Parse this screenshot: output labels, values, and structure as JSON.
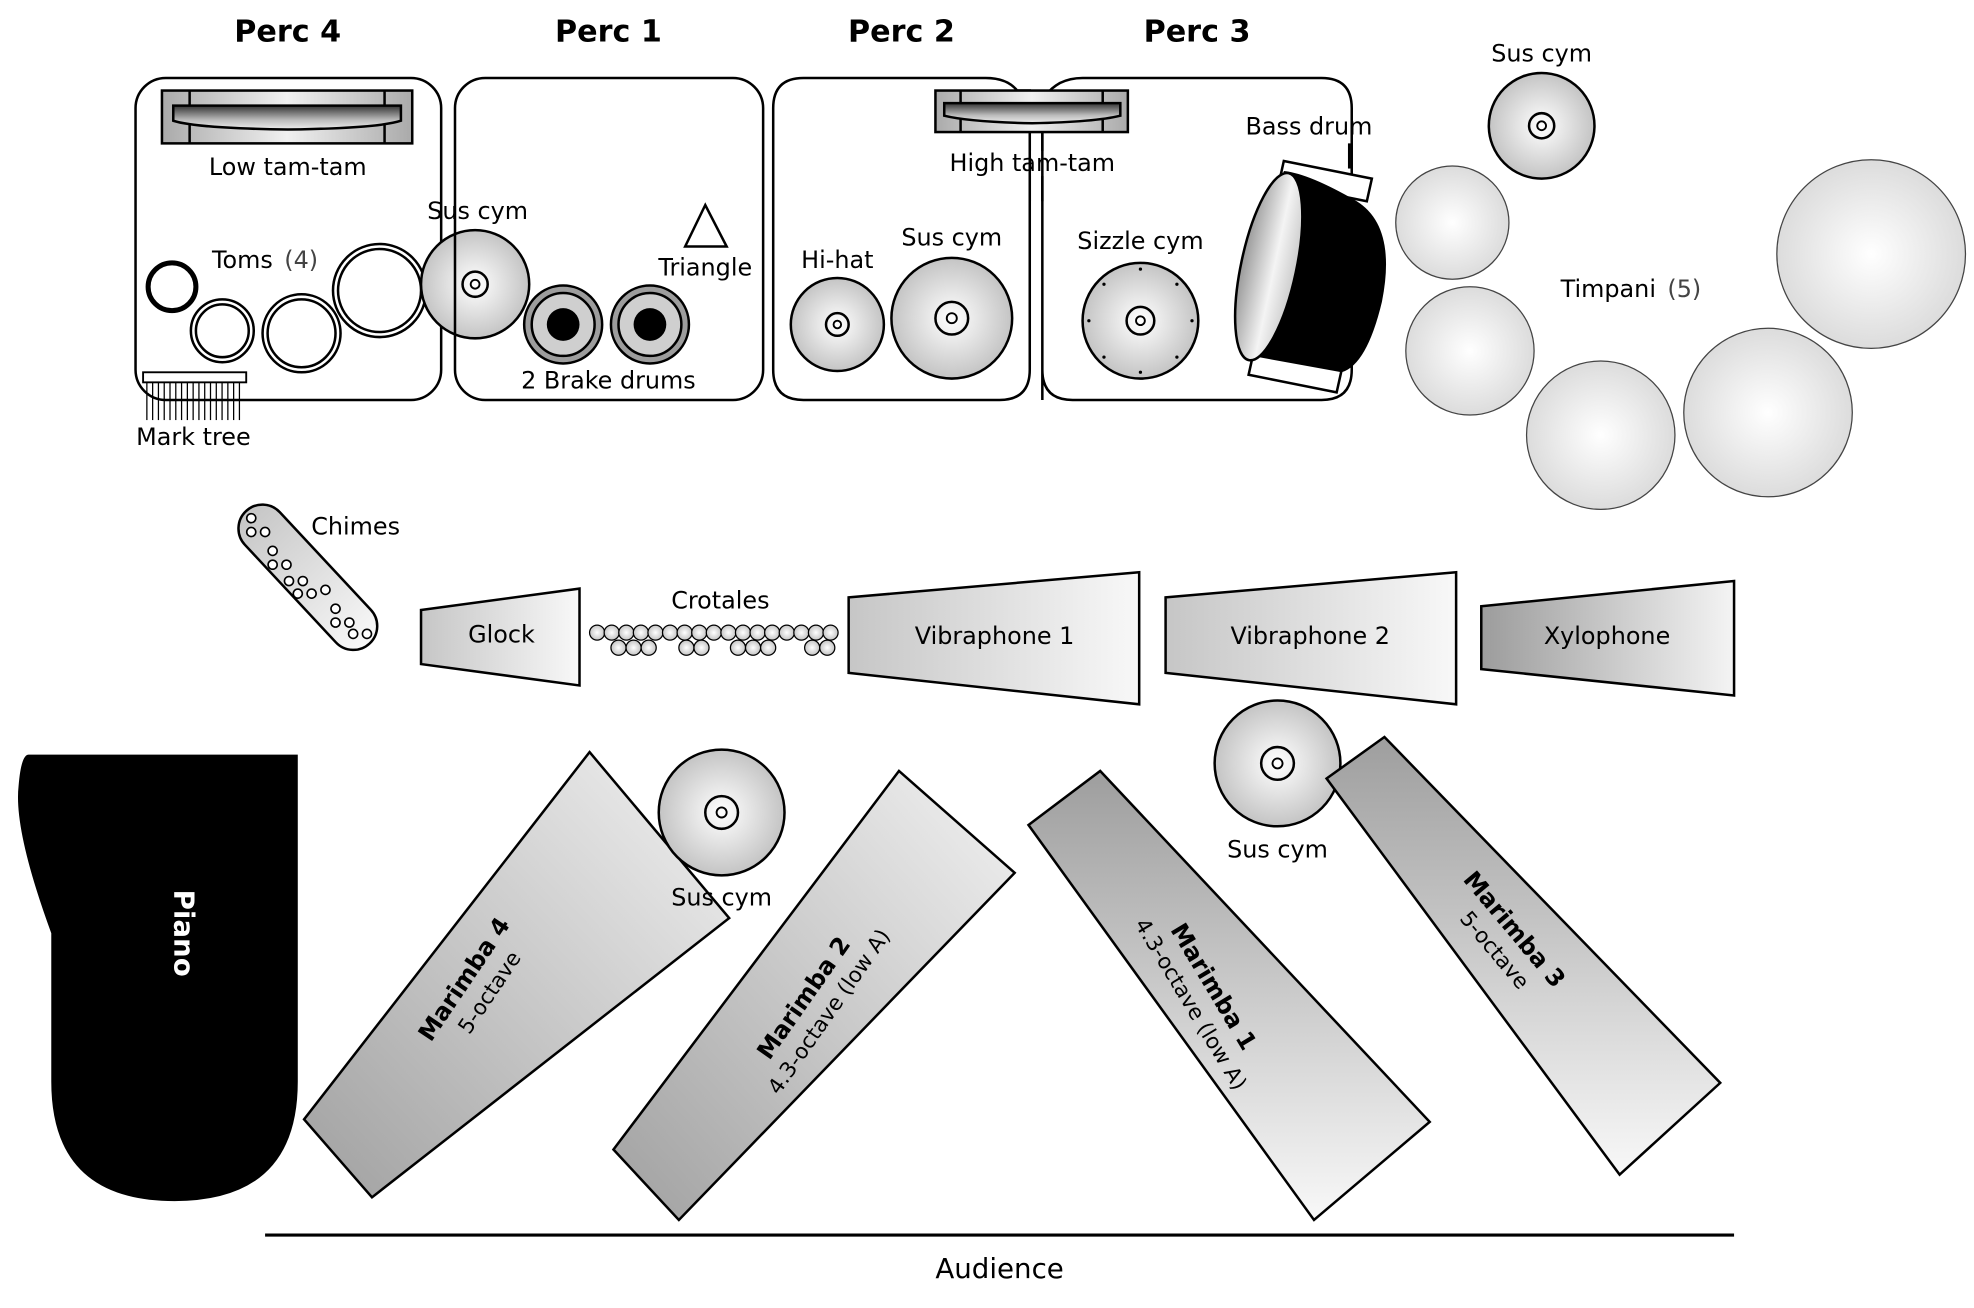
{
  "diagram": {
    "type": "percussion stage setup",
    "sections": [
      {
        "title": "Perc 4",
        "instruments": [
          "Low tam-tam",
          "Toms",
          "Mark tree",
          "Sus cym"
        ],
        "toms_count": "(4)"
      },
      {
        "title": "Perc 1",
        "instruments": [
          "Triangle",
          "2 Brake drums"
        ]
      },
      {
        "title": "Perc 2",
        "instruments": [
          "Hi-hat",
          "Sus cym",
          "High tam-tam"
        ]
      },
      {
        "title": "Perc 3",
        "instruments": [
          "Sizzle cym",
          "Bass drum"
        ]
      }
    ],
    "labels": {
      "low_tamtam": "Low tam-tam",
      "toms": "Toms",
      "toms_count": "(4)",
      "mark_tree": "Mark tree",
      "sus_cym": "Sus cym",
      "triangle": "Triangle",
      "brake_drums": "2 Brake drums",
      "hihat": "Hi-hat",
      "high_tamtam": "High tam-tam",
      "sizzle_cym": "Sizzle cym",
      "bass_drum": "Bass drum",
      "timpani": "Timpani",
      "timpani_count": "(5)",
      "chimes": "Chimes",
      "glock": "Glock",
      "crotales": "Crotales",
      "vibraphone1": "Vibraphone 1",
      "vibraphone2": "Vibraphone 2",
      "xylophone": "Xylophone",
      "piano": "Piano",
      "audience": "Audience"
    },
    "marimbas": [
      {
        "name": "Marimba 4",
        "range": "5-octave"
      },
      {
        "name": "Marimba 2",
        "range": "4.3-octave (low A)"
      },
      {
        "name": "Marimba 1",
        "range": "4.3-octave (low A)"
      },
      {
        "name": "Marimba 3",
        "range": "5-octave"
      }
    ],
    "colors": {
      "stroke": "#000000",
      "fill_light": "#f4f4f4",
      "fill_mid": "#c8c8c8",
      "fill_dark": "#9a9a9a",
      "piano": "#000000"
    }
  }
}
